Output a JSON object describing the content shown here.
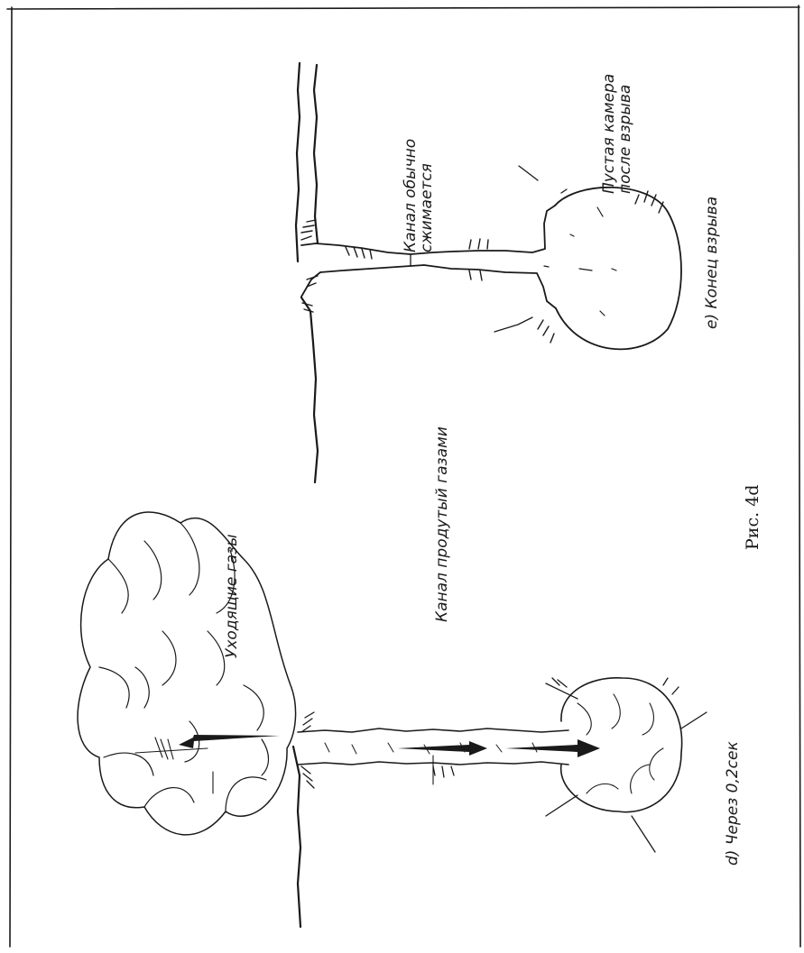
{
  "figure": {
    "caption": "Рис. 4d",
    "panel_d": {
      "caption": "d) Через 0,2сек",
      "label_gases": "Уходящие газы",
      "label_channel": "Канал продутый газами"
    },
    "panel_e": {
      "caption": "e) Конец взрыва",
      "label_channel_line1": "Канал обычно",
      "label_channel_line2": "сжимается",
      "label_chamber_line1": "Пустая камера",
      "label_chamber_line2": "после взрыва"
    }
  }
}
